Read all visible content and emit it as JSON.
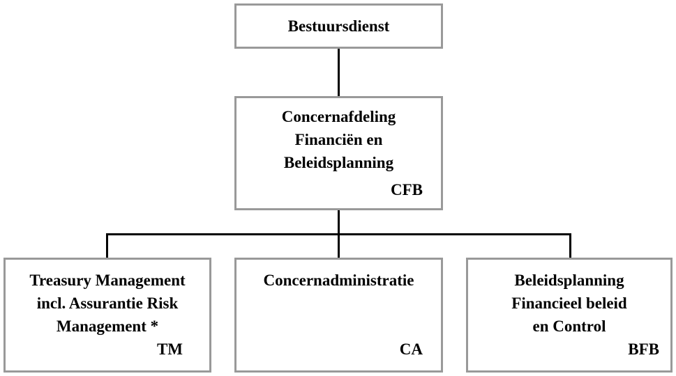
{
  "top": {
    "title": "Bestuursdienst"
  },
  "middle": {
    "lines": [
      "Concernafdeling",
      "Financiën en",
      "Beleidsplanning"
    ],
    "code": "CFB"
  },
  "children": [
    {
      "lines": [
        "Treasury Management",
        "incl. Assurantie Risk",
        "Management *"
      ],
      "code": "TM"
    },
    {
      "lines": [
        "Concernadministratie"
      ],
      "code": "CA"
    },
    {
      "lines": [
        "Beleidsplanning",
        "Financieel beleid",
        "en Control"
      ],
      "code": "BFB"
    }
  ]
}
